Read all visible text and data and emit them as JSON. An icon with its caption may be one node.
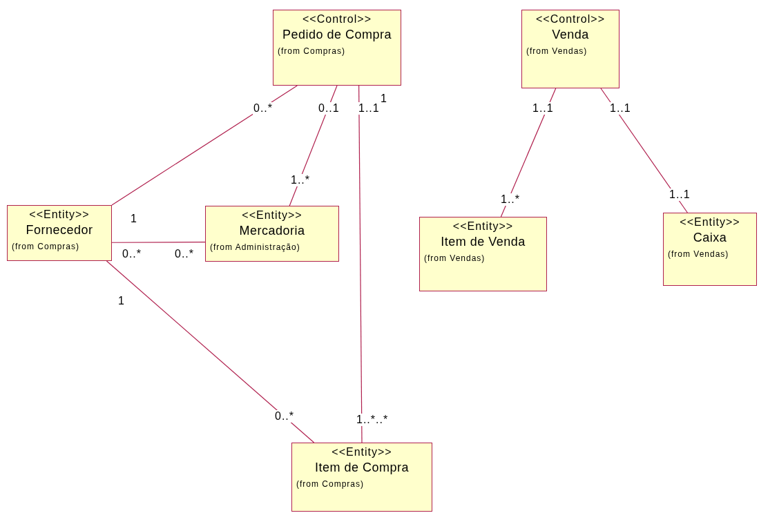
{
  "diagram": {
    "nodes": [
      {
        "text": [
          "<<Control>>",
          "Pedido de Compra",
          "(from Compras)"
        ]
      },
      {
        "text": [
          "<<Control>>",
          "Venda",
          "(from Vendas)"
        ]
      },
      {
        "text": [
          "<<Entity>>",
          "Fornecedor",
          "(from Compras)"
        ]
      },
      {
        "text": [
          "<<Entity>>",
          "Mercadoria",
          "(from Administração)"
        ]
      },
      {
        "text": [
          "<<Entity>>",
          "Item de Venda",
          "(from Vendas)"
        ]
      },
      {
        "text": [
          "<<Entity>>",
          "Caixa",
          "(from Vendas)"
        ]
      },
      {
        "text": [
          "<<Entity>>",
          "Item de Compra",
          "(from Compras)"
        ]
      }
    ],
    "edges": [
      {
        "from": 0,
        "to": 2,
        "arrow": "none"
      },
      {
        "from": 0,
        "to": 3,
        "arrow": "none"
      },
      {
        "from": 0,
        "to": 6,
        "arrow": "none"
      },
      {
        "from": 2,
        "to": 3,
        "arrow": "none"
      },
      {
        "from": 2,
        "to": 6,
        "arrow": "none"
      },
      {
        "from": 1,
        "to": 4,
        "arrow": "none"
      },
      {
        "from": 1,
        "to": 5,
        "arrow": "none"
      }
    ],
    "labels": [
      "1",
      "0..*",
      "0..1",
      "1..1",
      "1..1",
      "1..1",
      "1..*",
      "1",
      "1..*",
      "1..1",
      "0..*",
      "0..*",
      "1",
      "0..*",
      "1..*..*"
    ]
  }
}
